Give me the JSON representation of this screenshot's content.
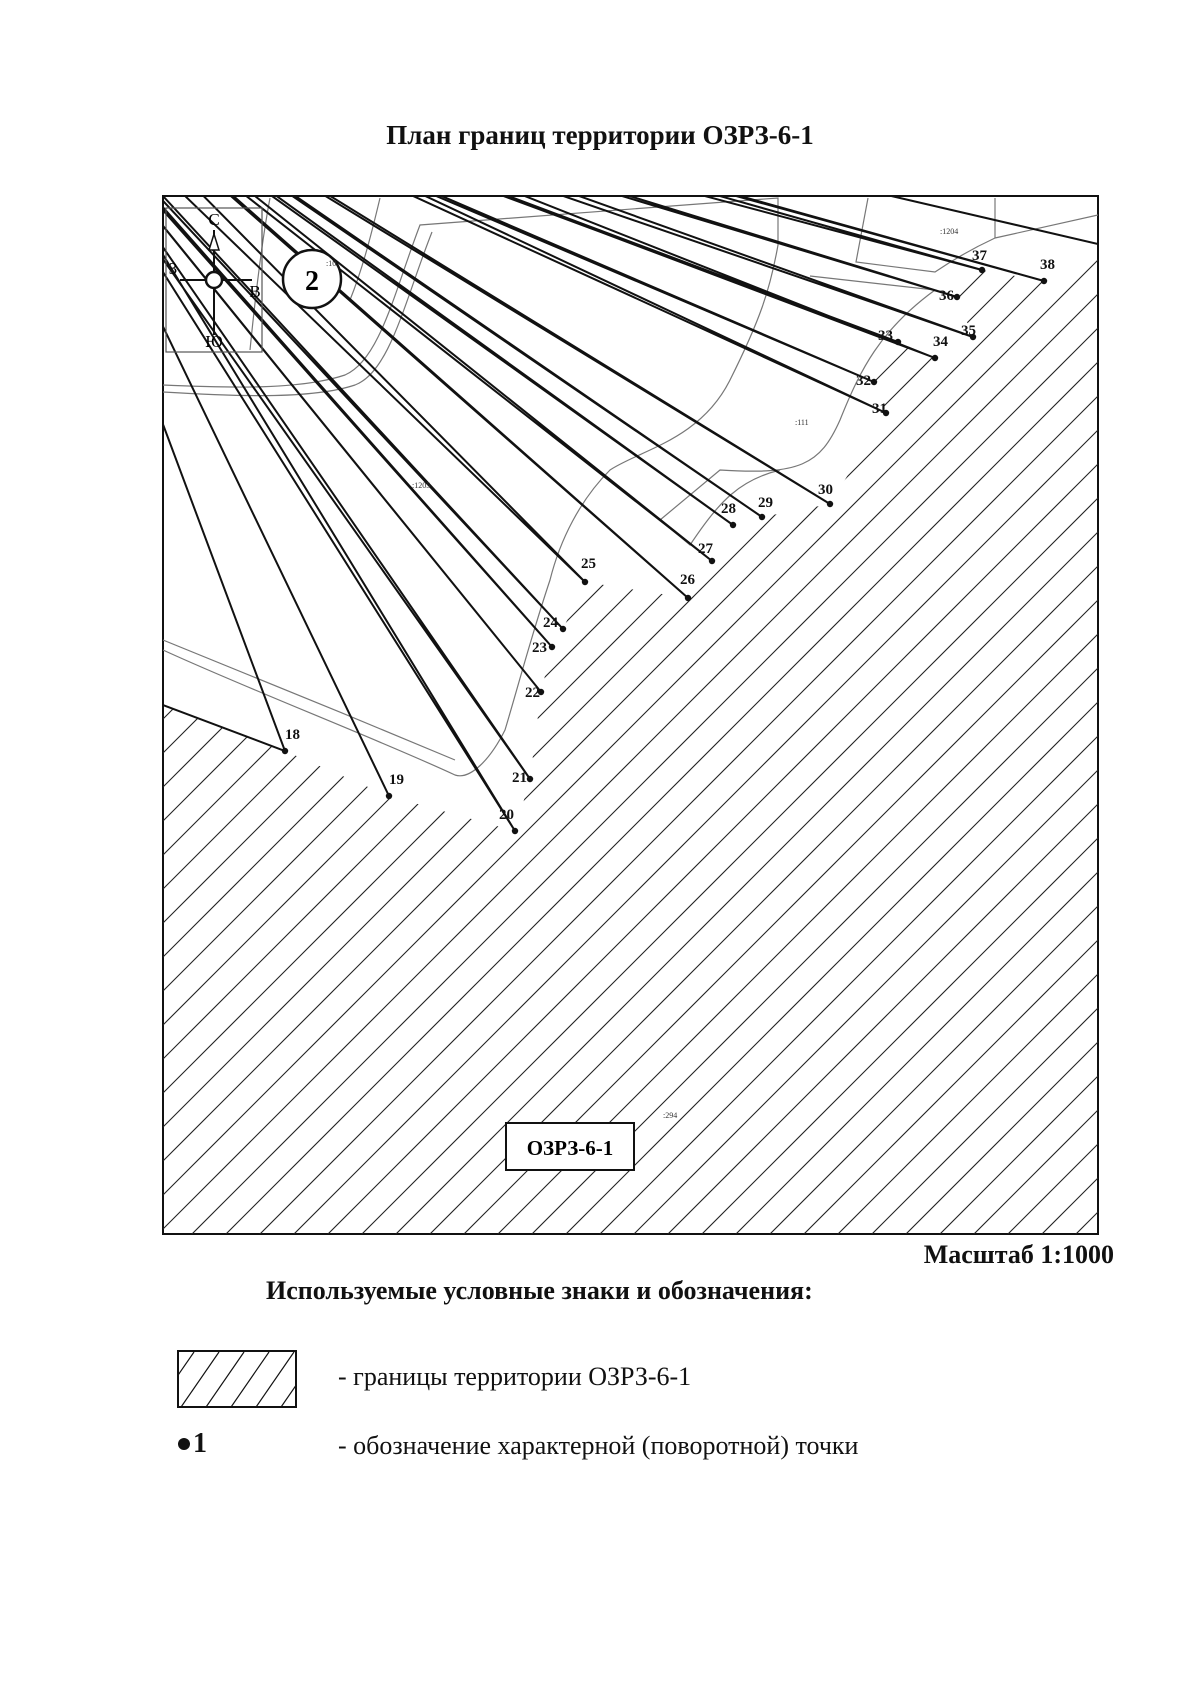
{
  "title": "План границ территории ОЗРЗ-6-1",
  "map": {
    "zone_label": "ОЗРЗ-6-1",
    "quarter_number": "2",
    "compass": {
      "north": "С",
      "south": "Ю",
      "west": "З",
      "east": "В"
    },
    "parcel_labels": [
      ":1204",
      ":1205",
      ":111",
      ":294",
      ":10"
    ],
    "points": [
      {
        "id": "18",
        "label": "18"
      },
      {
        "id": "19",
        "label": "19"
      },
      {
        "id": "20",
        "label": "20"
      },
      {
        "id": "21",
        "label": "21"
      },
      {
        "id": "22",
        "label": "22"
      },
      {
        "id": "23",
        "label": "23"
      },
      {
        "id": "24",
        "label": "24"
      },
      {
        "id": "25",
        "label": "25"
      },
      {
        "id": "26",
        "label": "26"
      },
      {
        "id": "27",
        "label": "27"
      },
      {
        "id": "28",
        "label": "28"
      },
      {
        "id": "29",
        "label": "29"
      },
      {
        "id": "30",
        "label": "30"
      },
      {
        "id": "31",
        "label": "31"
      },
      {
        "id": "32",
        "label": "32"
      },
      {
        "id": "33",
        "label": "33"
      },
      {
        "id": "34",
        "label": "34"
      },
      {
        "id": "35",
        "label": "35"
      },
      {
        "id": "36",
        "label": "36"
      },
      {
        "id": "37",
        "label": "37"
      },
      {
        "id": "38",
        "label": "38"
      }
    ]
  },
  "scale": "Масштаб 1:1000",
  "legend": {
    "title": "Используемые условные знаки и обозначения:",
    "items": [
      {
        "text": "- границы территории ОЗРЗ-6-1"
      },
      {
        "point_symbol": "1",
        "text": "- обозначение характерной (поворотной) точки"
      }
    ]
  }
}
